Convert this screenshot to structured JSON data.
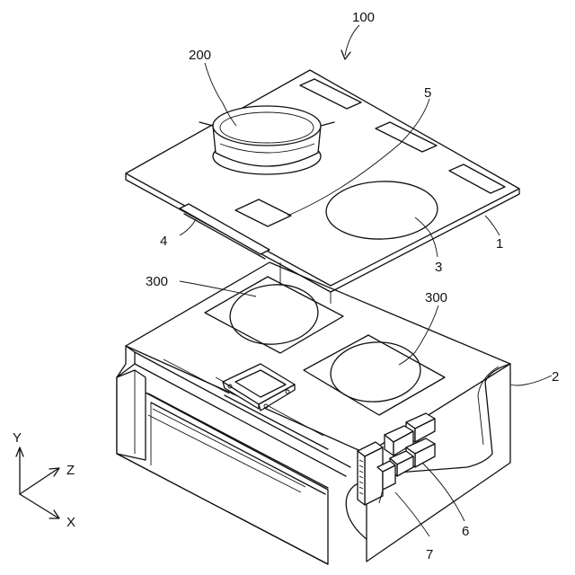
{
  "labels": {
    "assembly": "100",
    "pot": "200",
    "top_plate": "1",
    "body": "2",
    "heating_mark": "3",
    "panel_slot": "4",
    "display_window": "5",
    "coil_left": "300",
    "coil_right": "300",
    "board": "6",
    "connector": "7"
  },
  "axes": {
    "y": "Y",
    "z": "Z",
    "x": "X"
  }
}
